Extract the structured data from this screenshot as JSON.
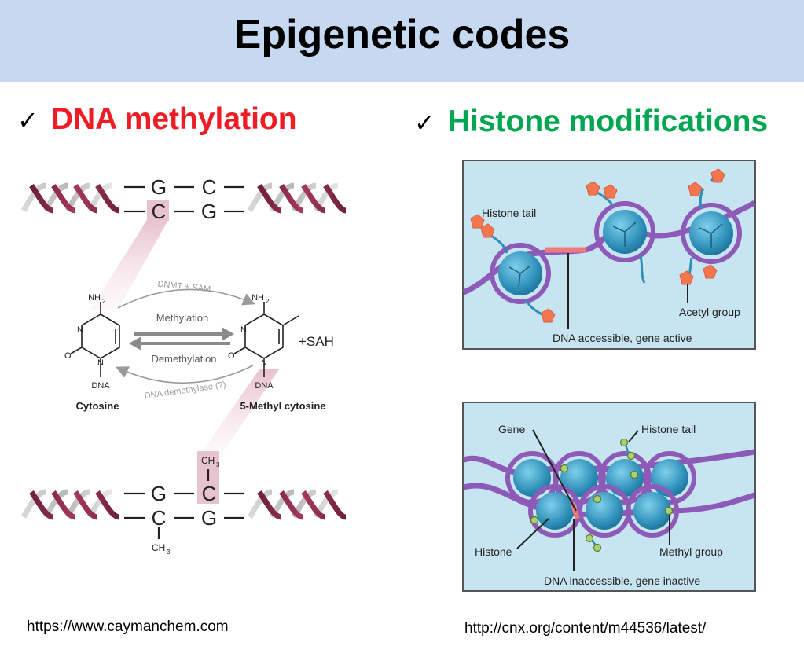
{
  "slide": {
    "title": "Epigenetic codes",
    "left_heading": "DNA methylation",
    "right_heading": "Histone modifications",
    "check_icon": "check-icon",
    "left_source": "https://www.caymanchem.com",
    "right_source": "http://cnx.org/content/m44536/latest/"
  },
  "colors": {
    "title_band": "#c6d9f1",
    "left_heading": "#ee1c25",
    "right_heading": "#00a650",
    "panel_bg": "#c7e4f1",
    "histone": "#3aa0c8",
    "dna_strand": "#8e5ab8",
    "acetyl": "#f37650",
    "methyl": "#a9d36d"
  },
  "methylation_diagram": {
    "top_pair": {
      "top_row": [
        "G",
        "C"
      ],
      "bottom_row": [
        "C",
        "G"
      ]
    },
    "bottom_pair": {
      "top_row": [
        "G",
        "C"
      ],
      "bottom_row": [
        "C",
        "G"
      ]
    },
    "methyl_label": "CH3",
    "ch": "CH",
    "sub3": "3",
    "cytosine_name": "Cytosine",
    "methyl_cytosine_name": "5-Methyl cytosine",
    "nh2": "NH",
    "sub2": "2",
    "n_atom": "N",
    "o_atom": "O",
    "dna_label": "DNA",
    "forward_enzyme": "DNMT + SAM",
    "forward_label": "Methylation",
    "reverse_label": "Demethylation",
    "reverse_enzyme": "DNA demethylase (?)",
    "byproduct": "+SAH"
  },
  "histone_active_panel": {
    "histone_tail_label": "Histone tail",
    "acetyl_label": "Acetyl group",
    "dna_label": "DNA accessible, gene active"
  },
  "histone_inactive_panel": {
    "gene_label": "Gene",
    "histone_tail_label": "Histone tail",
    "histone_label": "Histone",
    "methyl_label": "Methyl group",
    "dna_label": "DNA inaccessible, gene inactive"
  }
}
